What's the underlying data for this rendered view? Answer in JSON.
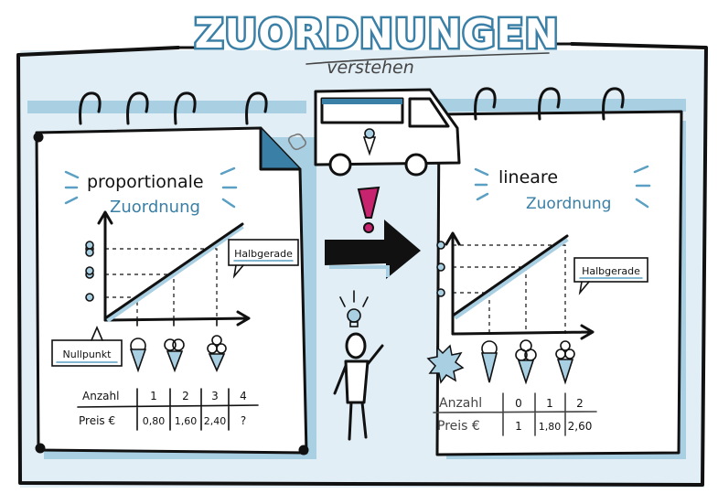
{
  "title": "ZUORDNUNGEN",
  "subtitle": "verstehen",
  "colors": {
    "accent": "#3a7fa6",
    "shadow": "#a9cfe3",
    "exclamation": "#c8236e"
  },
  "left": {
    "heading_line1": "proportionale",
    "heading_line2": "Zuordnung",
    "callout_ray": "Halbgerade",
    "callout_origin": "Nullpunkt",
    "table": {
      "row_label_1": "Anzahl",
      "row_label_2": "Preis €",
      "anzahl": [
        "1",
        "2",
        "3",
        "4"
      ],
      "preis": [
        "0,80",
        "1,60",
        "2,40",
        "?"
      ]
    }
  },
  "right": {
    "heading_line1": "lineare",
    "heading_line2": "Zuordnung",
    "callout_ray": "Halbgerade",
    "table": {
      "row_label_1": "Anzahl",
      "row_label_2": "Preis €",
      "anzahl": [
        "0",
        "1",
        "2"
      ],
      "preis": [
        "1",
        "1,80",
        "2,60"
      ]
    }
  }
}
